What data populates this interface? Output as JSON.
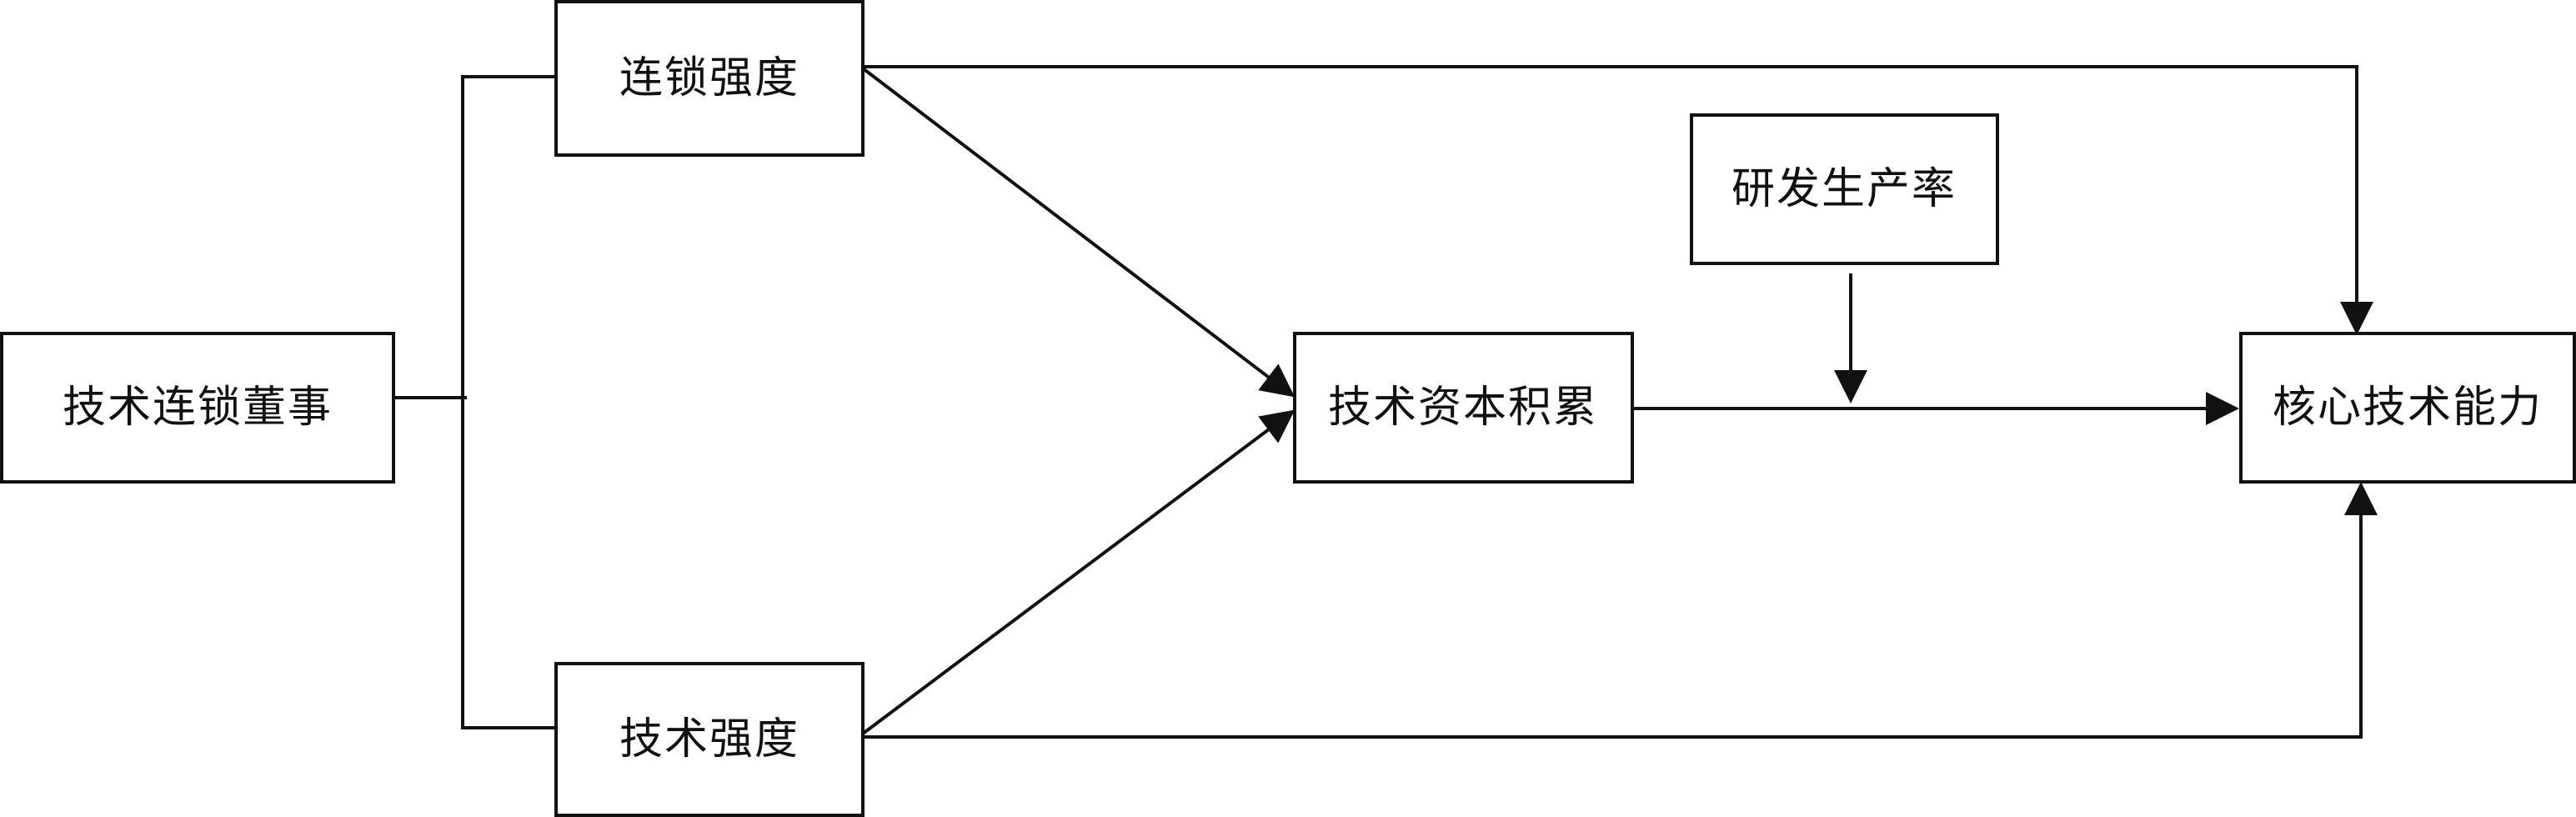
{
  "nodes": {
    "interlocking_directors": {
      "label": "技术连锁董事"
    },
    "interlock_intensity": {
      "label": "连锁强度"
    },
    "tech_intensity": {
      "label": "技术强度"
    },
    "tech_capital_accumulation": {
      "label": "技术资本积累"
    },
    "rd_productivity": {
      "label": "研发生产率"
    },
    "core_tech_capability": {
      "label": "核心技术能力"
    }
  },
  "colors": {
    "stroke": "#111111",
    "background": "#ffffff"
  }
}
